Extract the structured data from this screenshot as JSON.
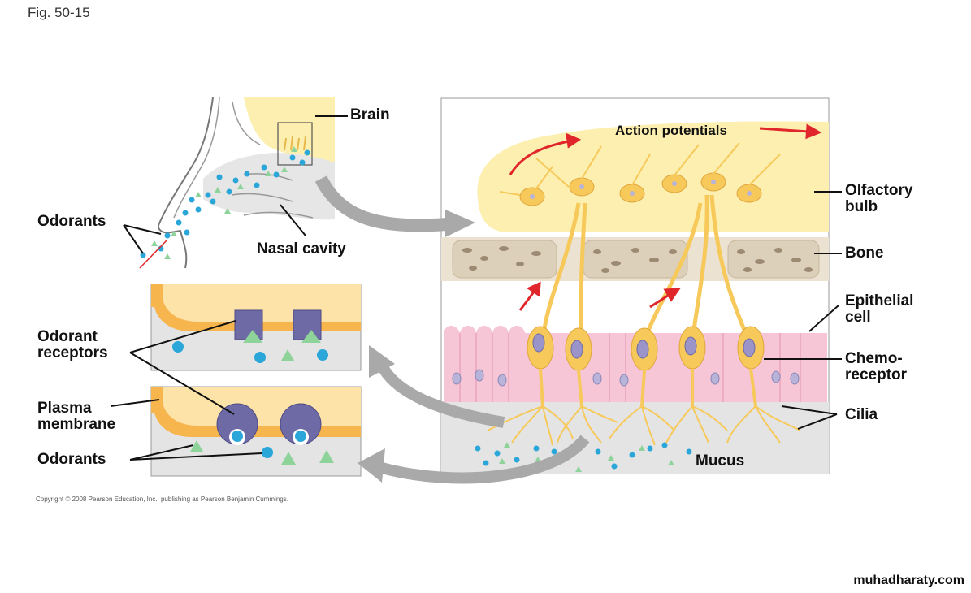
{
  "figure": {
    "label": "Fig. 50-15"
  },
  "labels": {
    "brain": "Brain",
    "odorants_top": "Odorants",
    "nasal_cavity": "Nasal cavity",
    "action_potentials": "Action potentials",
    "olfactory_bulb_1": "Olfactory",
    "olfactory_bulb_2": "bulb",
    "bone": "Bone",
    "epithelial_1": "Epithelial",
    "epithelial_2": "cell",
    "chemo_1": "Chemo-",
    "chemo_2": "receptor",
    "cilia": "Cilia",
    "mucus": "Mucus",
    "odorant_receptors_1": "Odorant",
    "odorant_receptors_2": "receptors",
    "plasma_membrane_1": "Plasma",
    "plasma_membrane_2": "membrane",
    "odorants_bottom": "Odorants"
  },
  "copyright": "Copyright © 2008 Pearson Education, Inc., publishing as Pearson Benjamin Cummings.",
  "watermark": "muhadharaty.com",
  "colors": {
    "bulb": "#fcefb0",
    "neuron": "#f6c95a",
    "bone": "#ece2d2",
    "epithelium": "#f6c6d6",
    "mucus": "#e4e4e4",
    "receptor": "#6e6aa6",
    "odorant_blue": "#2aa6d8",
    "odorant_green": "#8ed39a",
    "arrow_red": "#e0262a",
    "arrow_gray": "#a9a9a9"
  }
}
